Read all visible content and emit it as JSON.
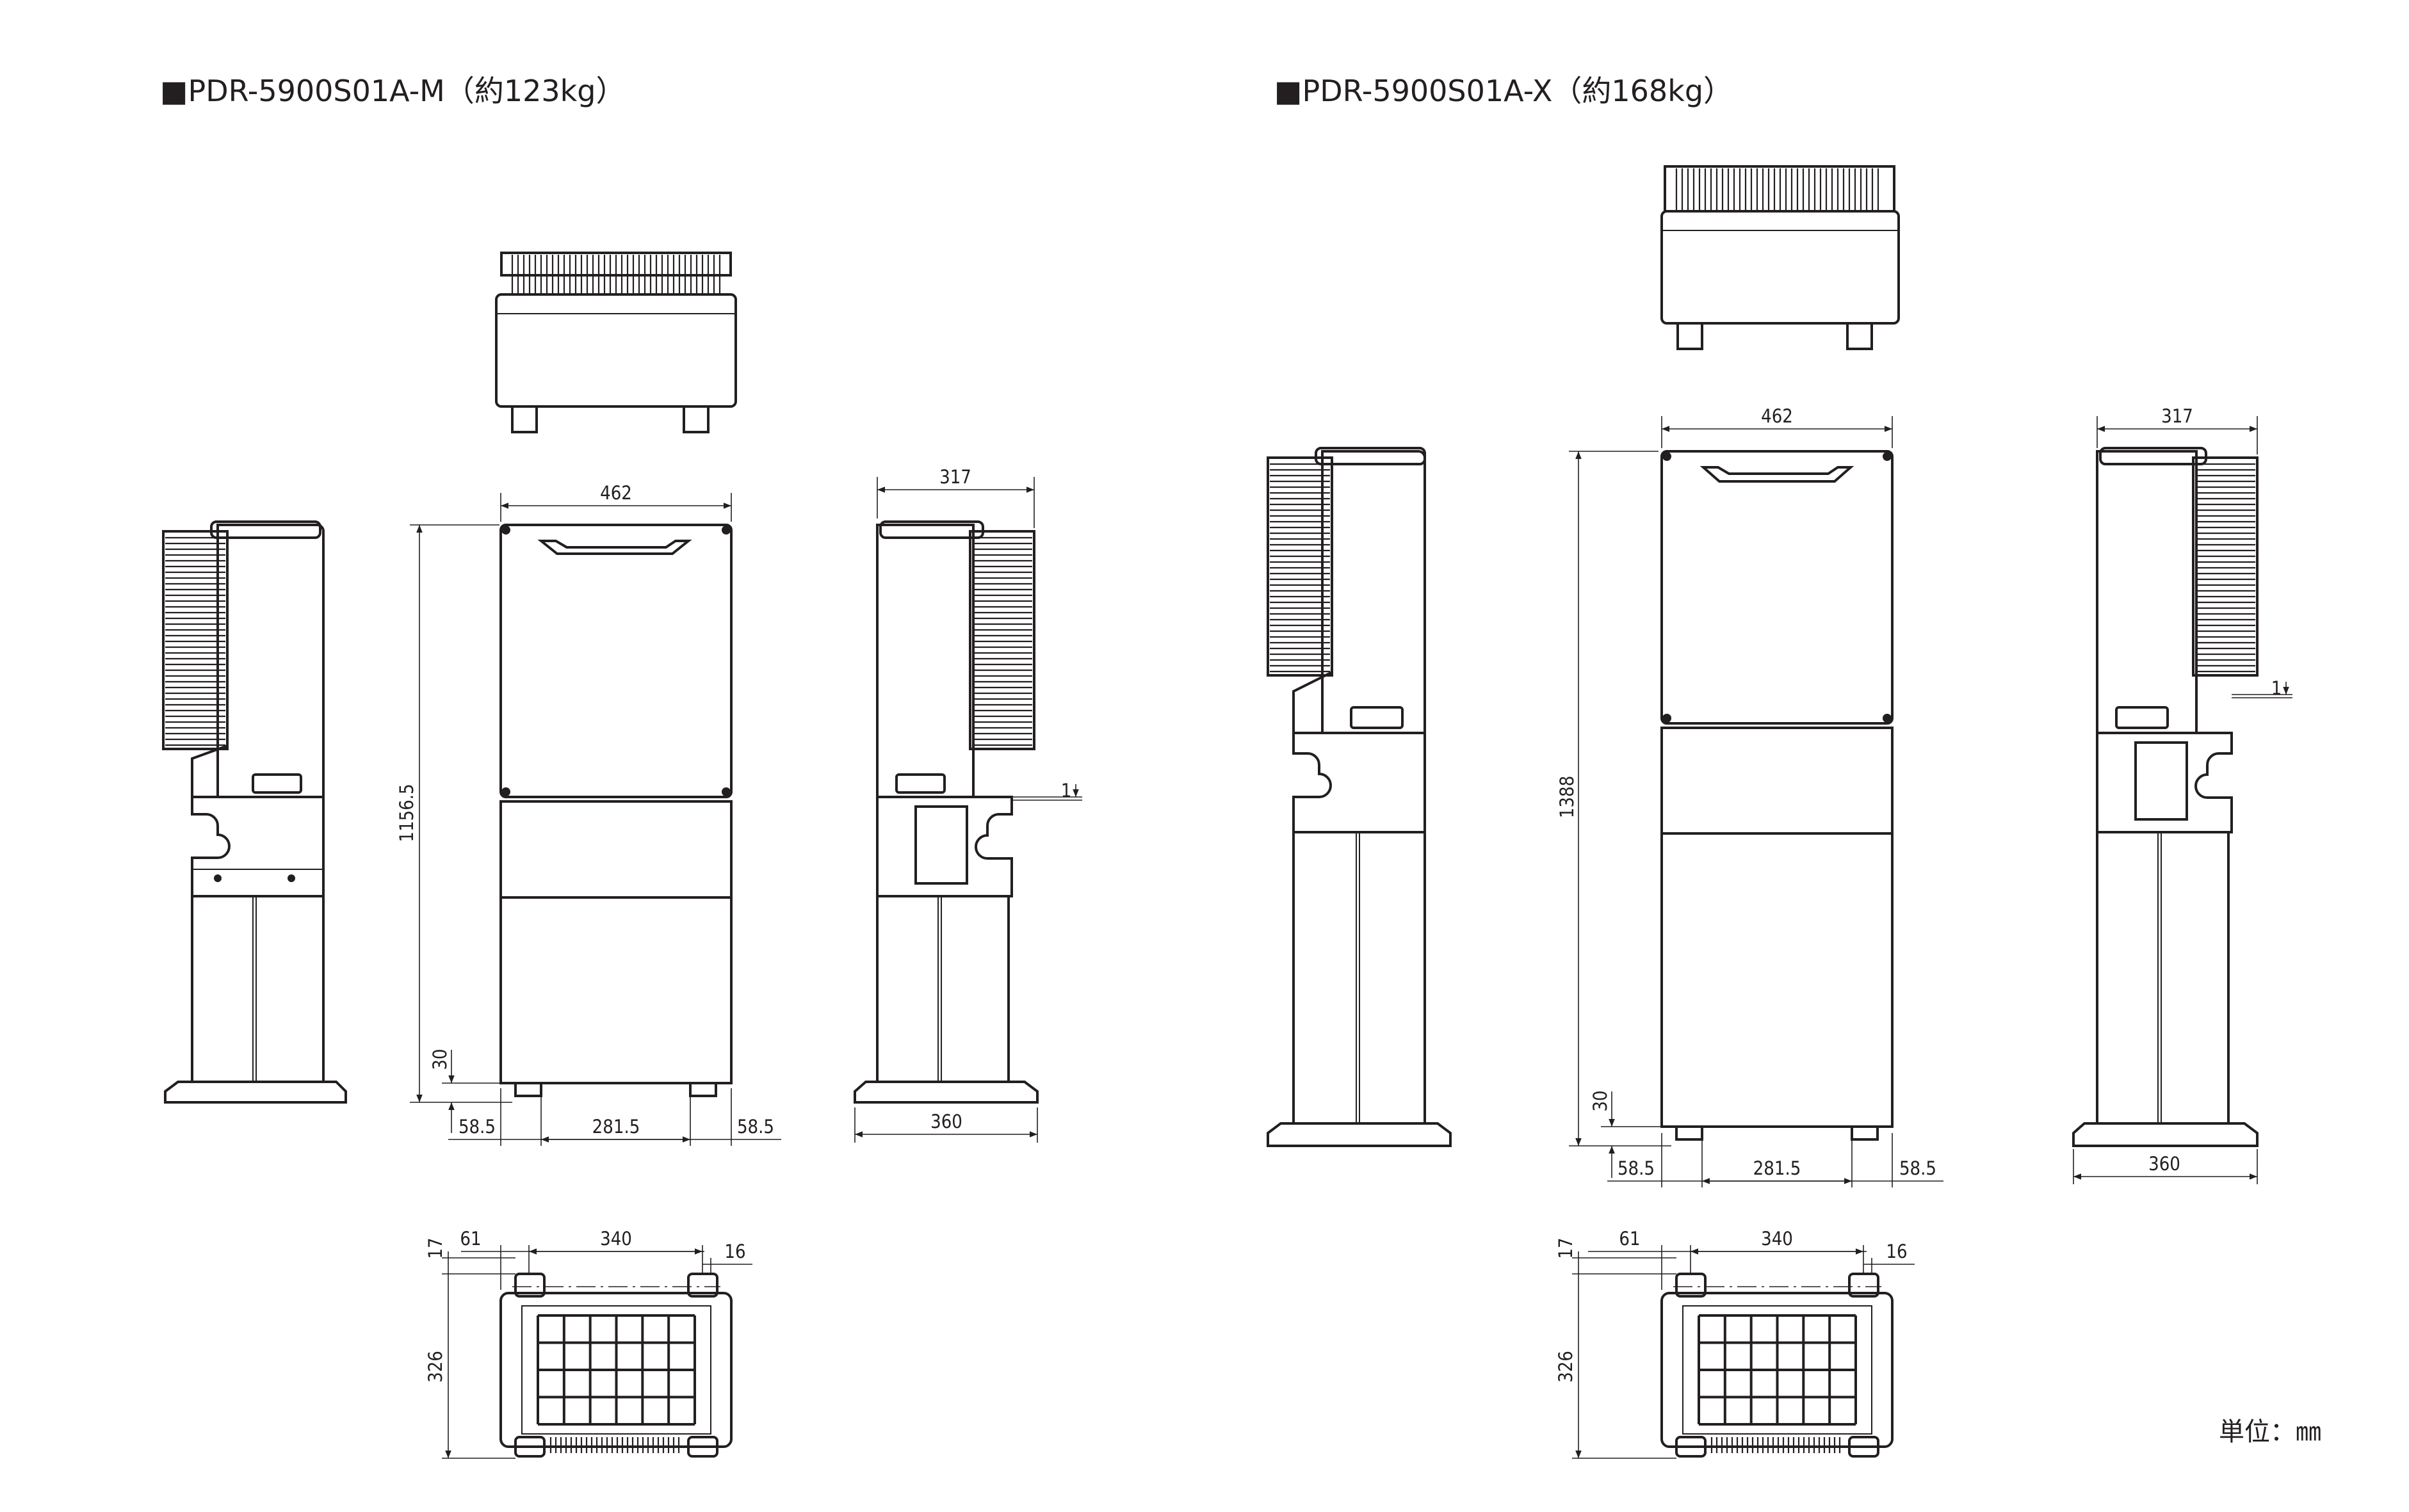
{
  "unit_label": "単位：㎜",
  "models": [
    {
      "title": "■PDR-5900S01A-M（約123kg）",
      "dimensions": {
        "width": "462",
        "depth": "317",
        "height": "1156.5",
        "foot_height": "30",
        "foot_offset_left": "58.5",
        "foot_span": "281.5",
        "foot_offset_right": "58.5",
        "base_depth": "360",
        "gap": "1",
        "bottom_17": "17",
        "bottom_61": "61",
        "bottom_340": "340",
        "bottom_16": "16",
        "bottom_326": "326"
      }
    },
    {
      "title": "■PDR-5900S01A-X（約168kg）",
      "dimensions": {
        "width": "462",
        "depth": "317",
        "height": "1388",
        "foot_height": "30",
        "foot_offset_left": "58.5",
        "foot_span": "281.5",
        "foot_offset_right": "58.5",
        "base_depth": "360",
        "gap": "1",
        "bottom_17": "17",
        "bottom_61": "61",
        "bottom_340": "340",
        "bottom_16": "16",
        "bottom_326": "326"
      }
    }
  ]
}
